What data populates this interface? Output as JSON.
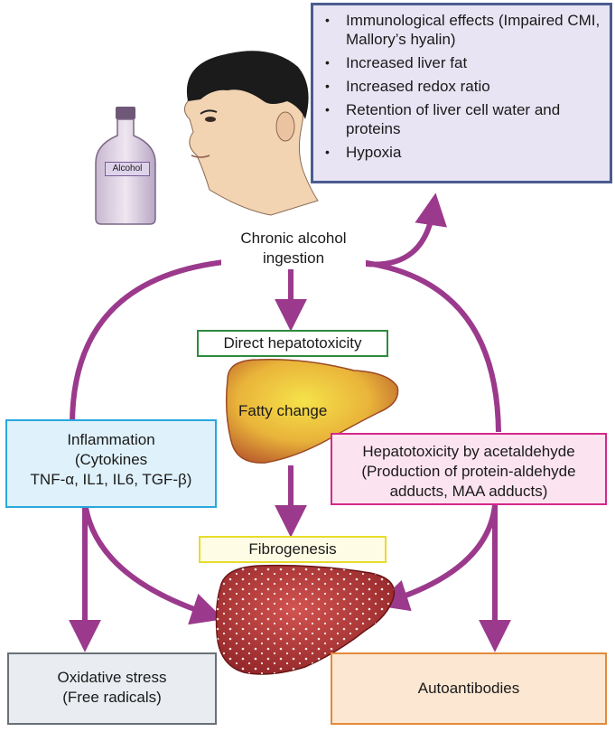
{
  "effects": {
    "items": [
      "Immunological effects (Impaired CMI, Mallory’s hyalin)",
      "Increased liver fat",
      "Increased redox ratio",
      "Retention of liver cell water and proteins",
      "Hypoxia"
    ],
    "bullet": "•"
  },
  "bottle": {
    "label": "Alcohol"
  },
  "center": {
    "chronic": "Chronic alcohol ingestion"
  },
  "direct": {
    "label": "Direct hepatotoxicity"
  },
  "liver_top": {
    "label": "Fatty change"
  },
  "inflammation": {
    "line1": "Inflammation",
    "line2": "(Cytokines",
    "line3": "TNF-α, IL1, IL6, TGF-β)"
  },
  "acetaldehyde": {
    "line1": "Hepatotoxicity by acetaldehyde",
    "line2": "(Production of protein-aldehyde",
    "line3": "adducts, MAA adducts)"
  },
  "fibrogenesis": {
    "label": "Fibrogenesis"
  },
  "oxidative": {
    "line1": "Oxidative stress",
    "line2": "(Free radicals)"
  },
  "autoantibodies": {
    "label": "Autoantibodies"
  },
  "colors": {
    "arrow": "#9b3a8c",
    "effects_border": "#4b5c8f",
    "direct_border": "#2e8b3e",
    "inflammation_border": "#29a7dd",
    "acetaldehyde_border": "#d4278a",
    "fibrogenesis_border": "#e8dc2a",
    "oxidative_border": "#6a7078",
    "autoantibodies_border": "#e38a3c"
  }
}
